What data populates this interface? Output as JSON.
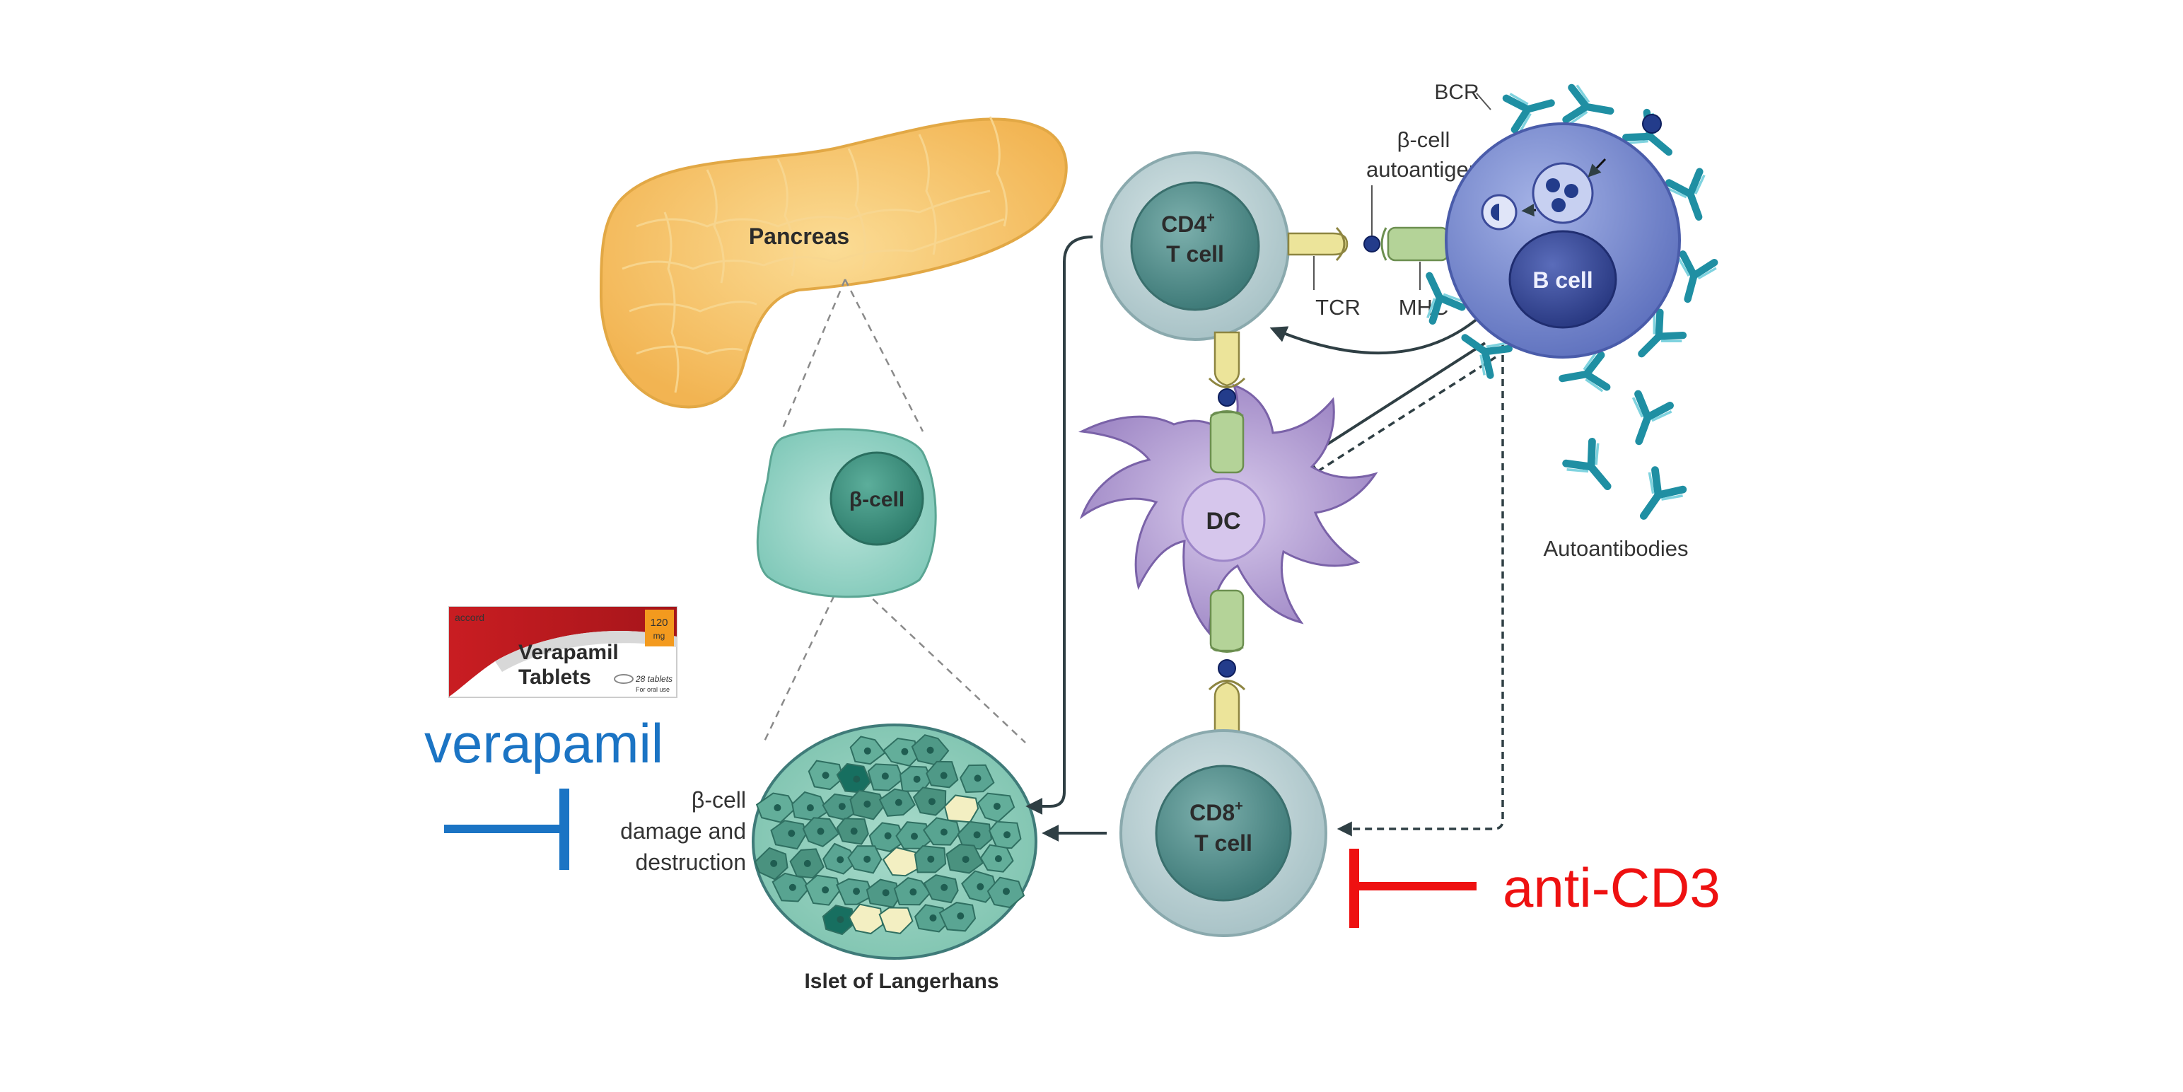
{
  "labels": {
    "pancreas": "Pancreas",
    "beta_cell": "β-cell",
    "islet": "Islet of Langerhans",
    "damage_line1": "β-cell",
    "damage_line2": "damage and",
    "damage_line3": "destruction",
    "cd4_line1": "CD4",
    "cd4_sup": "+",
    "cd4_line2": "T cell",
    "cd8_line1": "CD8",
    "cd8_sup": "+",
    "cd8_line2": "T cell",
    "dc": "DC",
    "bcell": "B cell",
    "bcr": "BCR",
    "autoantigen_line1": "β-cell",
    "autoantigen_line2": "autoantigen",
    "tcr": "TCR",
    "mhc": "MHC",
    "autoantibodies": "Autoantibodies"
  },
  "therapies": {
    "verapamil": {
      "name": "verapamil",
      "color": "#1b74c4"
    },
    "anti_cd3": {
      "name": "anti-CD3",
      "color": "#ee1111"
    }
  },
  "package": {
    "brand": "accord",
    "dose_value": "120",
    "dose_unit": "mg",
    "name_line1": "Verapamil",
    "name_line2": "Tablets",
    "count": "28 tablets",
    "route": "For oral use"
  },
  "colors": {
    "pancreas": "#f7c66d",
    "tcell": "#b9cfd2",
    "tcell_nucleus": "#4f8b89",
    "bcell": "#6d7fc8",
    "bcell_nucleus": "#33448f",
    "dc": "#a48ec9",
    "islet_cell": "#5aa593",
    "antibody": "#2fa4b8"
  }
}
